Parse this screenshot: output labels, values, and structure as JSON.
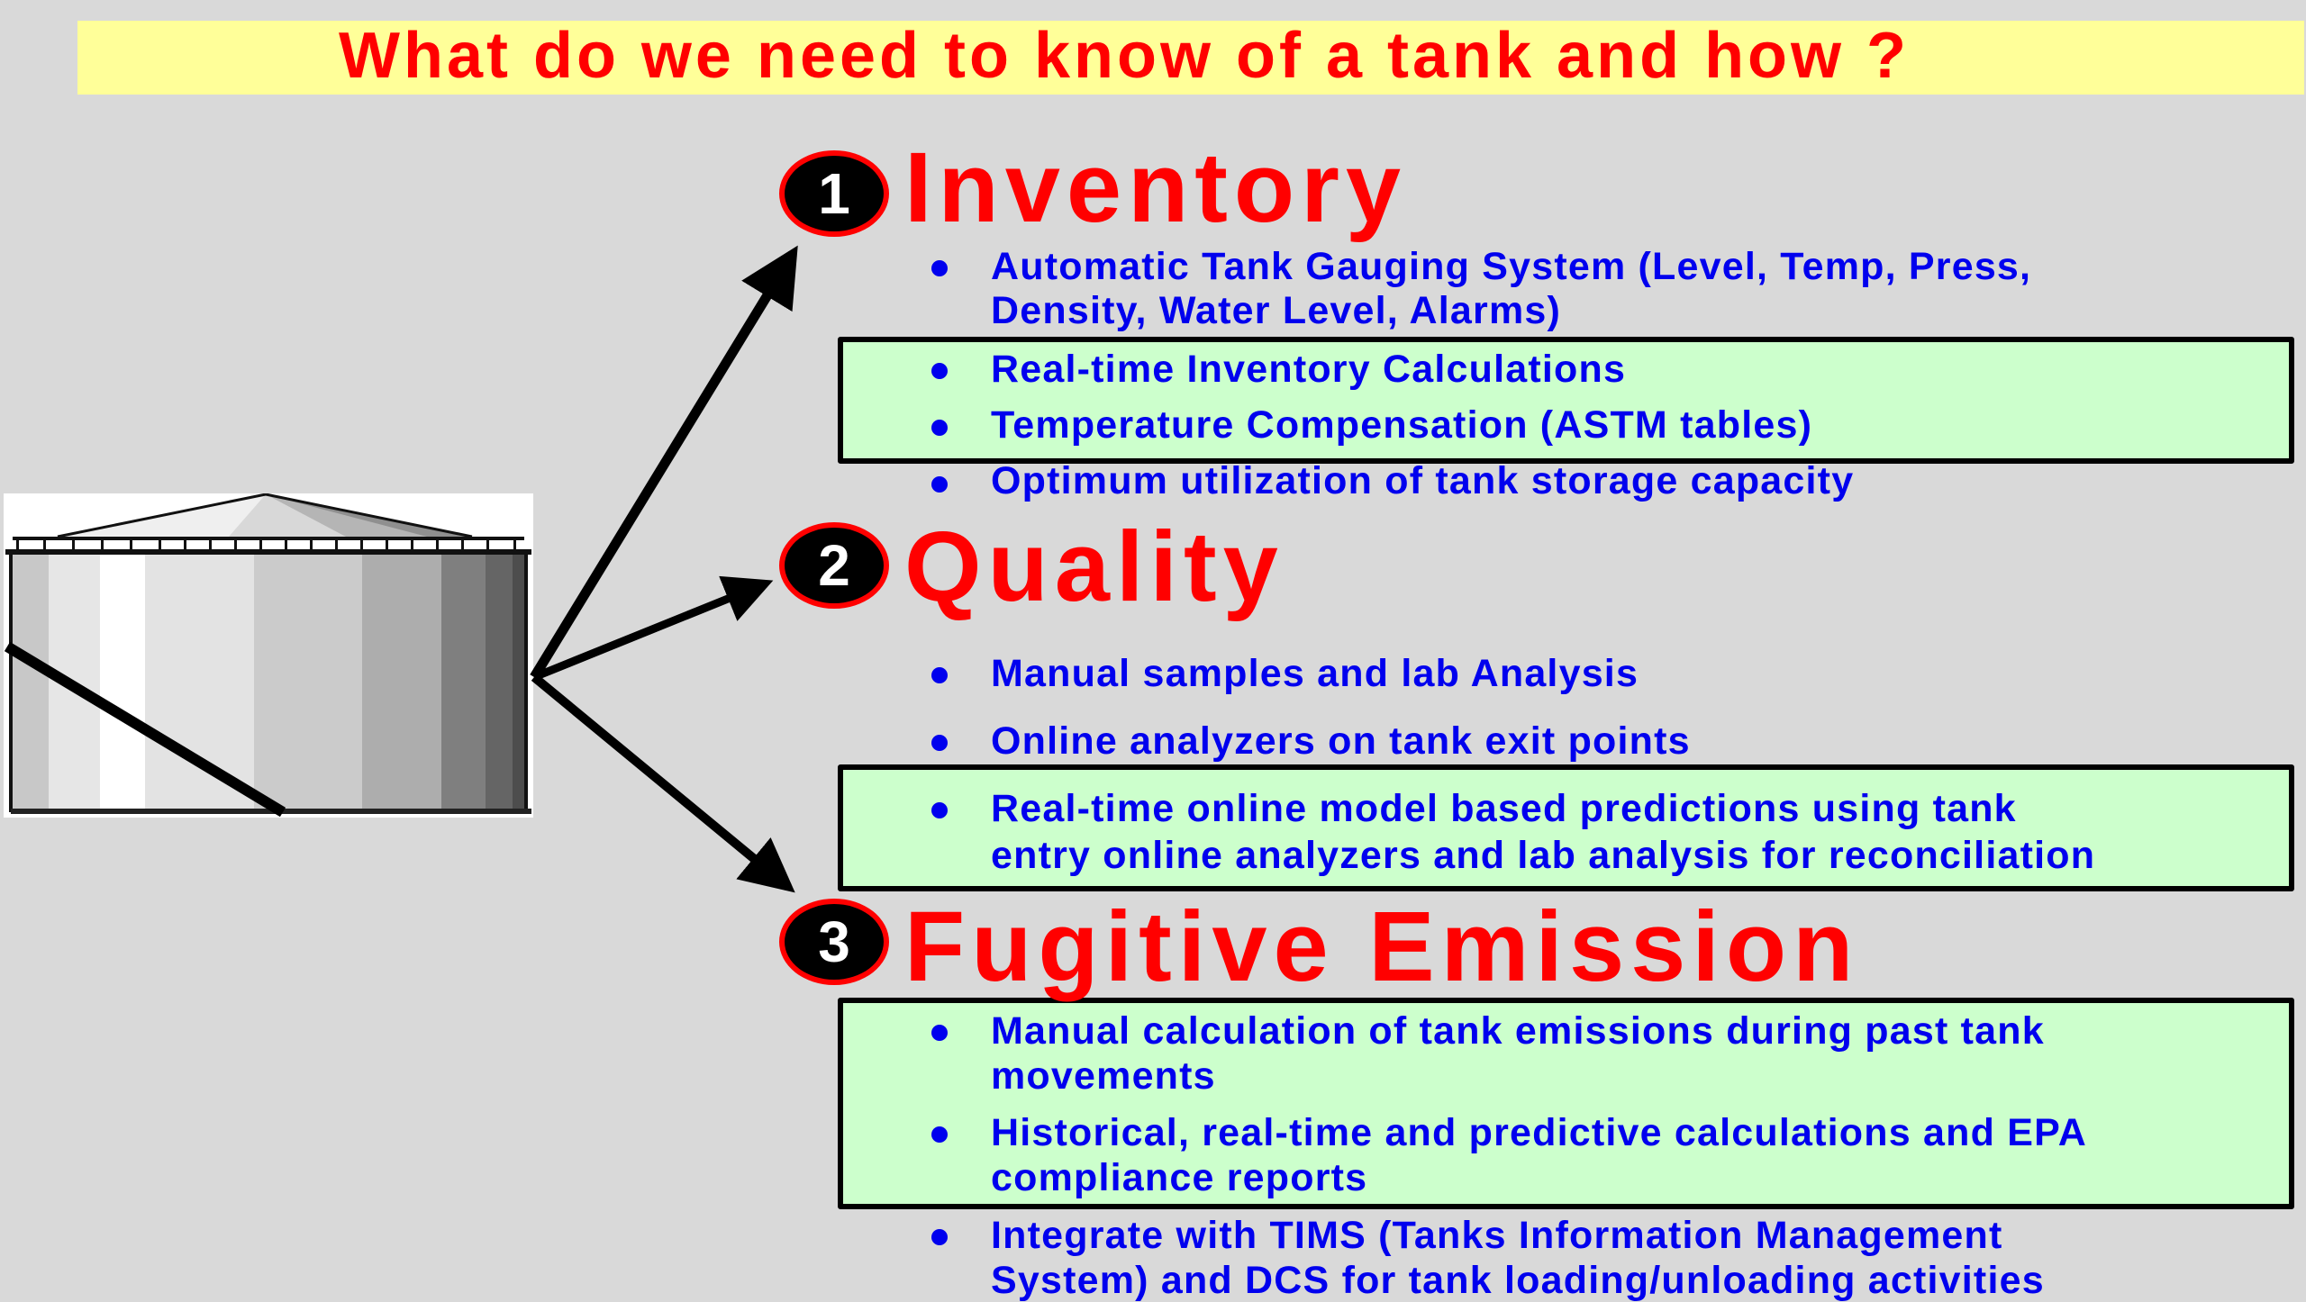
{
  "title": "What do we need to know of a tank and how ?",
  "colors": {
    "background": "#d9d9d9",
    "title_bar": "#ffff99",
    "heading": "#ff0000",
    "body_text": "#0000ee",
    "highlight_box": "#ccffcc",
    "circle_fill": "#000000",
    "circle_border": "#ff0000"
  },
  "diagram": {
    "source": "storage-tank-illustration",
    "arrows_to": [
      "1",
      "2",
      "3"
    ]
  },
  "sections": [
    {
      "number": "1",
      "heading": "Inventory",
      "items": [
        {
          "lines": [
            "Automatic Tank Gauging System (Level, Temp, Press,",
            "Density, Water Level, Alarms)"
          ],
          "highlighted": false
        },
        {
          "lines": [
            "Real-time Inventory Calculations"
          ],
          "highlighted": true
        },
        {
          "lines": [
            "Temperature Compensation (ASTM tables)"
          ],
          "highlighted": true
        },
        {
          "lines": [
            "Optimum utilization of tank storage capacity"
          ],
          "highlighted": false
        }
      ]
    },
    {
      "number": "2",
      "heading": "Quality",
      "items": [
        {
          "lines": [
            "Manual samples and lab Analysis"
          ],
          "highlighted": false
        },
        {
          "lines": [
            "Online analyzers on tank exit points"
          ],
          "highlighted": false
        },
        {
          "lines": [
            "Real-time online model based predictions using tank",
            "entry online analyzers and lab analysis for reconciliation"
          ],
          "highlighted": true
        }
      ]
    },
    {
      "number": "3",
      "heading": "Fugitive Emission",
      "items": [
        {
          "lines": [
            "Manual calculation of tank emissions during past tank",
            "movements"
          ],
          "highlighted": true
        },
        {
          "lines": [
            "Historical, real-time and predictive calculations and EPA",
            "compliance reports"
          ],
          "highlighted": true
        },
        {
          "lines": [
            "Integrate with TIMS (Tanks Information Management",
            "System) and DCS for tank loading/unloading activities"
          ],
          "highlighted": false
        }
      ]
    }
  ]
}
